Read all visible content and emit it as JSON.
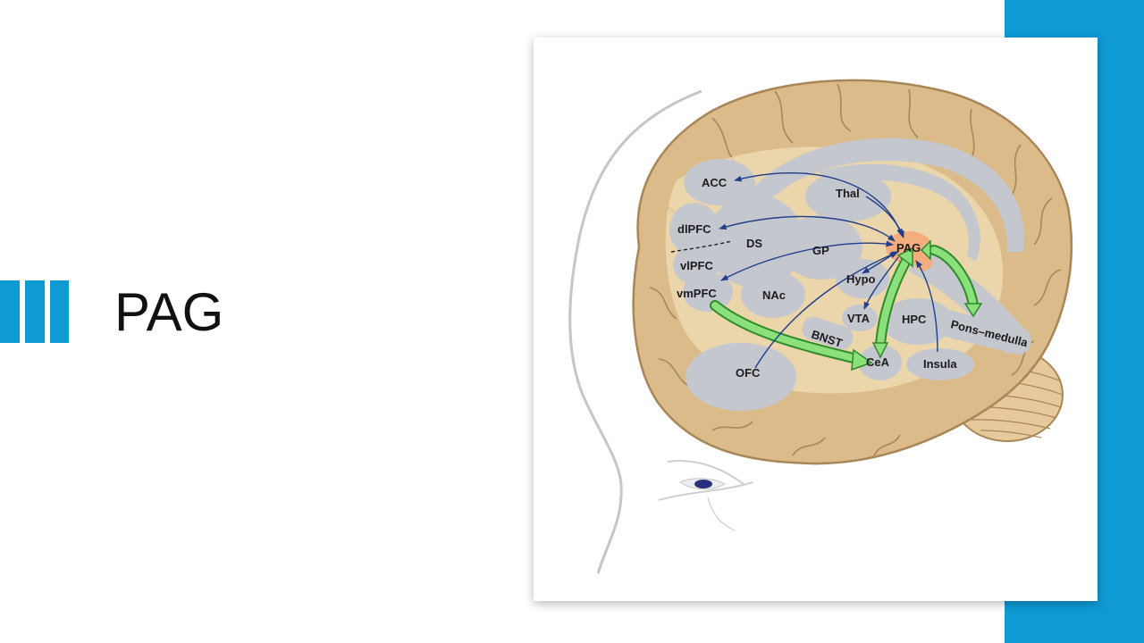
{
  "slide": {
    "title": "PAG"
  },
  "colors": {
    "accent": "#0f9ad3",
    "brain_fill": "#dcbb8a",
    "region_fill": "#c4c7ce",
    "pag_fill": "#f4ad7c",
    "blue_arrow": "#1f3d8a",
    "green_arrow": "#6fcf62"
  },
  "diagram": {
    "regions": {
      "acc": "ACC",
      "thal": "Thal",
      "dlpfc": "dlPFC",
      "ds": "DS",
      "gp": "GP",
      "pag": "PAG",
      "vlpfc": "vlPFC",
      "hypo": "Hypo",
      "vmpfc": "vmPFC",
      "nac": "NAc",
      "vta": "VTA",
      "hpc": "HPC",
      "pons_medulla": "Pons–medulla",
      "bnst": "BNST",
      "cea": "CeA",
      "ofc": "OFC",
      "insula": "Insula"
    }
  }
}
